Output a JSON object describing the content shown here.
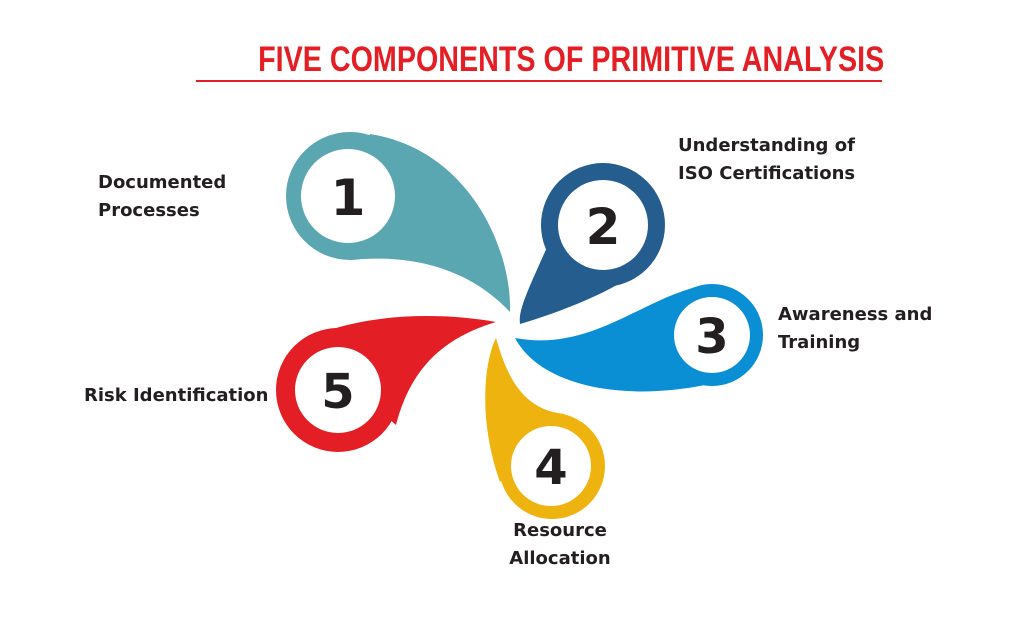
{
  "title": "FIVE COMPONENTS OF PRIMITIVE ANALYSIS",
  "colors": {
    "title": "#e31e24",
    "p1": "#5aa7b2",
    "p2": "#245d8e",
    "p3": "#0a8fd4",
    "p4": "#efb310",
    "p5": "#e31e24"
  },
  "components": [
    {
      "number": "1",
      "label_line1": "Documented",
      "label_line2": "Processes"
    },
    {
      "number": "2",
      "label_line1": "Understanding of",
      "label_line2": "ISO Certifications"
    },
    {
      "number": "3",
      "label_line1": "Awareness and",
      "label_line2": "Training"
    },
    {
      "number": "4",
      "label_line1": "Resource",
      "label_line2": "Allocation"
    },
    {
      "number": "5",
      "label_line1": "Risk Identification"
    }
  ]
}
